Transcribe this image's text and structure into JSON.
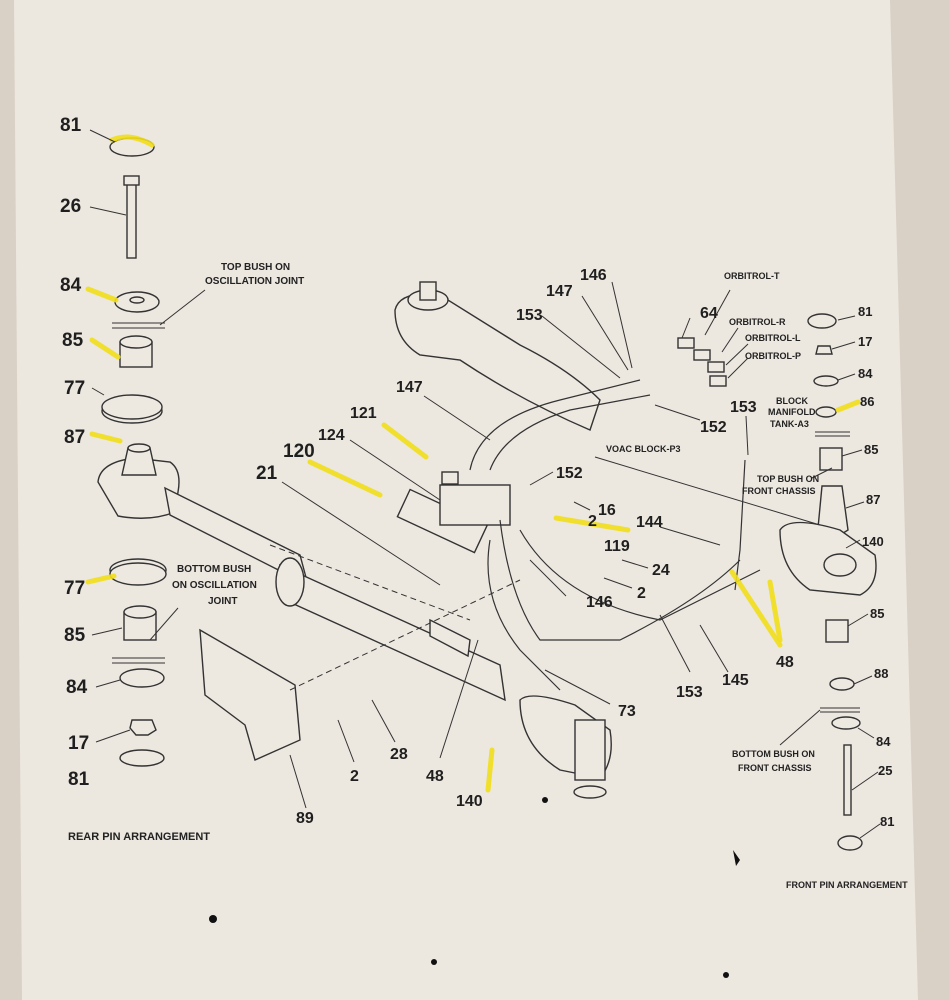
{
  "callouts": {
    "c81_tl": "81",
    "c26": "26",
    "c84_l": "84",
    "c85_l": "85",
    "c77_l": "77",
    "c87_l": "87",
    "c77_l2": "77",
    "c85_l2": "85",
    "c84_l2": "84",
    "c17_l": "17",
    "c81_l2": "81",
    "c21": "21",
    "c120": "120",
    "c124": "124",
    "c121": "121",
    "c147_a": "147",
    "c153_a": "153",
    "c147_b": "147",
    "c146_a": "146",
    "c64": "64",
    "c152_a": "152",
    "c152_b": "152",
    "c16": "16",
    "c2_a": "2",
    "c119": "119",
    "c24": "24",
    "c2_b": "2",
    "c146_b": "146",
    "c144": "144",
    "c153_b": "153",
    "c48_a": "48",
    "c145": "145",
    "c153_c": "153",
    "c73": "73",
    "c48_b": "48",
    "c140_a": "140",
    "c28": "28",
    "c2_c": "2",
    "c89": "89",
    "c81_r": "81",
    "c17_r": "17",
    "c84_r": "84",
    "c86": "86",
    "c85_r": "85",
    "c87_r": "87",
    "c140_r": "140",
    "c85_r2": "85",
    "c88": "88",
    "c84_r2": "84",
    "c25": "25",
    "c81_r2": "81"
  },
  "captions": {
    "top_bush_osc_1": "TOP BUSH ON",
    "top_bush_osc_2": "OSCILLATION JOINT",
    "bottom_bush_osc_1": "BOTTOM BUSH",
    "bottom_bush_osc_2": "ON OSCILLATION",
    "bottom_bush_osc_3": "JOINT",
    "rear_pin": "REAR PIN ARRANGEMENT",
    "orbitrol_t": "ORBITROL-T",
    "orbitrol_r": "ORBITROL-R",
    "orbitrol_l": "ORBITROL-L",
    "orbitrol_p": "ORBITROL-P",
    "block_1": "BLOCK",
    "block_2": "MANIFOLD",
    "block_3": "TANK-A3",
    "voac": "VOAC BLOCK-P3",
    "top_bush_front_1": "TOP BUSH ON",
    "top_bush_front_2": "FRONT CHASSIS",
    "bottom_bush_front_1": "BOTTOM BUSH ON",
    "bottom_bush_front_2": "FRONT CHASSIS",
    "front_pin": "FRONT PIN ARRANGEMENT"
  },
  "colors": {
    "paper": "#ece7df",
    "background": "#d9d1c6",
    "ink": "#1f1f1f",
    "highlighter": "#f2de1a"
  }
}
